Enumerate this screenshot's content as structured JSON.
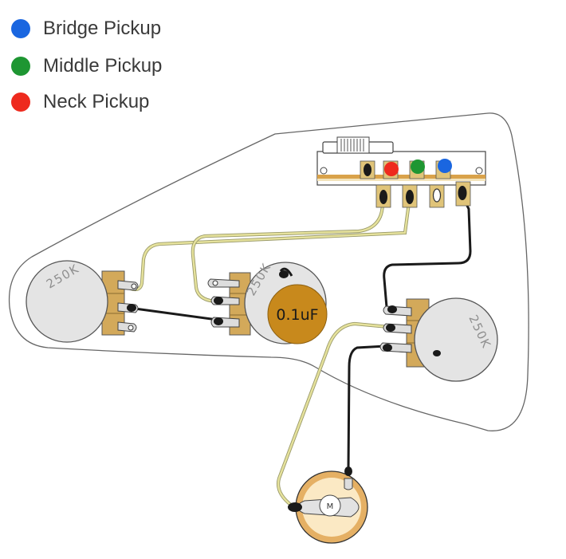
{
  "legend": [
    {
      "label": "Bridge Pickup",
      "color": "#1a66e0"
    },
    {
      "label": "Middle Pickup",
      "color": "#1e9632"
    },
    {
      "label": "Neck Pickup",
      "color": "#ee2a1e"
    }
  ],
  "pots": {
    "volume": {
      "label": "250K"
    },
    "tone_left": {
      "label": "250K"
    },
    "tone_right": {
      "label": "250K"
    }
  },
  "capacitor": {
    "label": "0.1uF",
    "color": "#c8891c"
  },
  "output_jack": {
    "label": "M"
  },
  "switch": {
    "lug_colors": [
      "#ee2a1e",
      "#1e9632",
      "#1a66e0"
    ]
  },
  "colors": {
    "wire_black": "#1a1a1a",
    "wire_yellow": "#d9d48a",
    "solder_tab": "#e0c479",
    "pickguard_outline": "#555555"
  }
}
